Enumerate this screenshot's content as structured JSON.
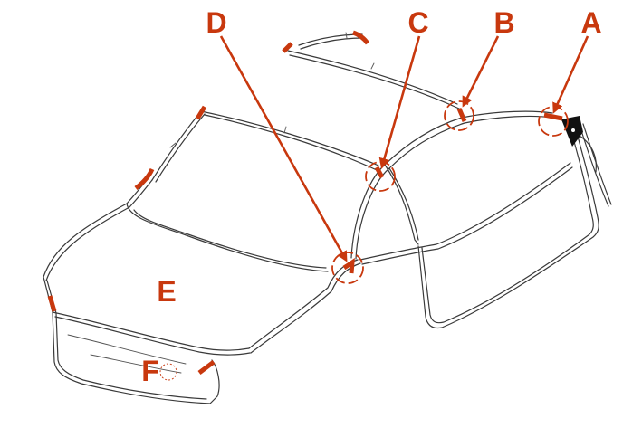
{
  "callouts": {
    "a": "A",
    "b": "B",
    "c": "C",
    "d": "D",
    "e": "E",
    "f": "F"
  },
  "colors": {
    "accent": "#c8380e",
    "outline": "#3a3a3a"
  }
}
